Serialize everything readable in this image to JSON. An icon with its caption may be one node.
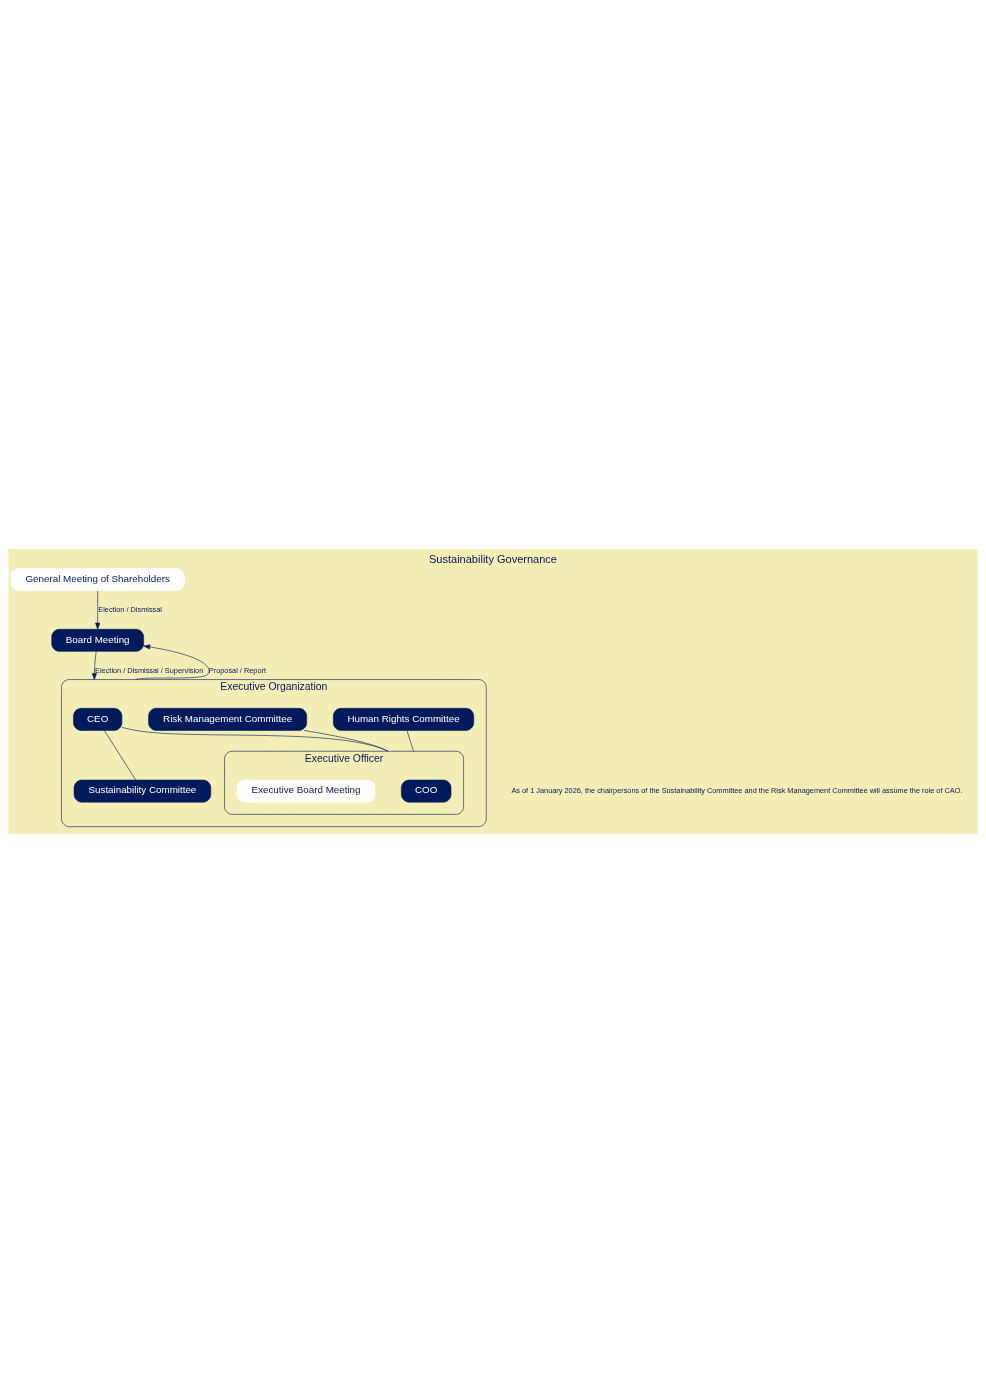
{
  "diagram": {
    "title": "Sustainability Governance",
    "caption": "As of 1 January 2026, the chairpersons of the Sustainability Committee and the Risk Management Committee will assume the role of CAO.",
    "nodes": [
      {
        "text": [
          "General Meeting of Shareholders"
        ]
      },
      {
        "text": [
          "Board Meeting"
        ]
      },
      {
        "text": [
          "Executive Organization"
        ]
      },
      {
        "text": [
          "CEO"
        ],
        "in": 2
      },
      {
        "text": [
          "Sustainability Committee"
        ],
        "in": 2
      },
      {
        "text": [
          "Executive Officer"
        ],
        "in": 2
      },
      {
        "text": [
          "COO"
        ],
        "in": 5
      },
      {
        "text": [
          "Executive Board Meeting"
        ],
        "in": 5
      },
      {
        "text": [
          "Risk Management Committee"
        ],
        "in": 2
      },
      {
        "text": [
          "Human Rights Committee"
        ],
        "in": 2
      }
    ],
    "edges": [
      {
        "from": 0,
        "to": 1,
        "arrow": "to",
        "label": "Election / Dismissal"
      },
      {
        "from": 1,
        "to": 2,
        "arrow": "to",
        "label": "Election / Dismissal / Supervision"
      },
      {
        "from": 2,
        "to": 1,
        "arrow": "to",
        "label": "Proposal / Report"
      },
      {
        "from": 3,
        "to": 4,
        "arrow": "none"
      },
      {
        "from": 3,
        "to": 5,
        "arrow": "none"
      },
      {
        "from": 5,
        "to": 8,
        "arrow": "none"
      },
      {
        "from": 5,
        "to": 9,
        "arrow": "none"
      }
    ]
  }
}
